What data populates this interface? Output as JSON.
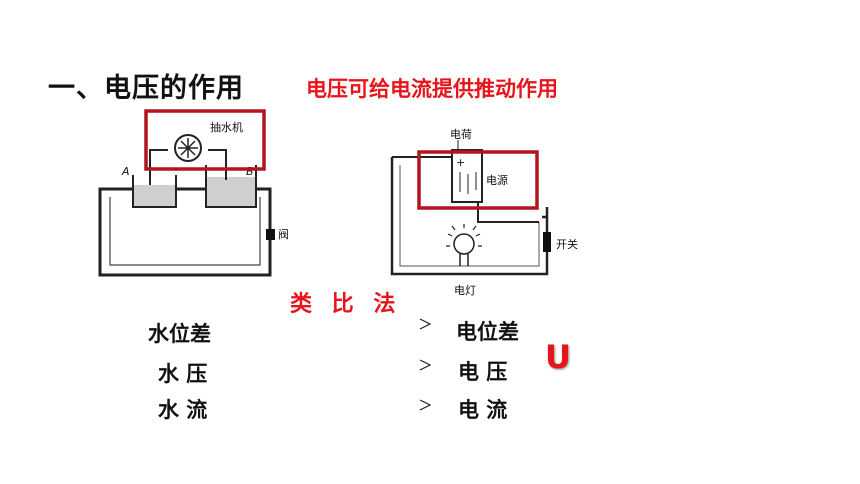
{
  "heading": "一、电压的作用",
  "subheading": "电压可给电流提供推动作用",
  "water_diagram": {
    "pump_label": "抽水机",
    "container_a": "A",
    "container_b": "B",
    "valve_label": "阀门"
  },
  "circuit_diagram": {
    "charge_label": "电荷",
    "source_label": "电源",
    "switch_label": "开关",
    "lamp_label": "电灯",
    "plus_sign": "+"
  },
  "analogy_label": "类 比 法",
  "rows": [
    {
      "left": "水位差",
      "right": "电位差"
    },
    {
      "left": "水 压",
      "right": "电 压"
    },
    {
      "left": "水 流",
      "right": "电 流"
    }
  ],
  "voltage_symbol": "U",
  "colors": {
    "accent_red": "#e8141b",
    "highlight_box": "#b4141e",
    "arrow_red": "#c62828",
    "text_dark": "#111111"
  }
}
